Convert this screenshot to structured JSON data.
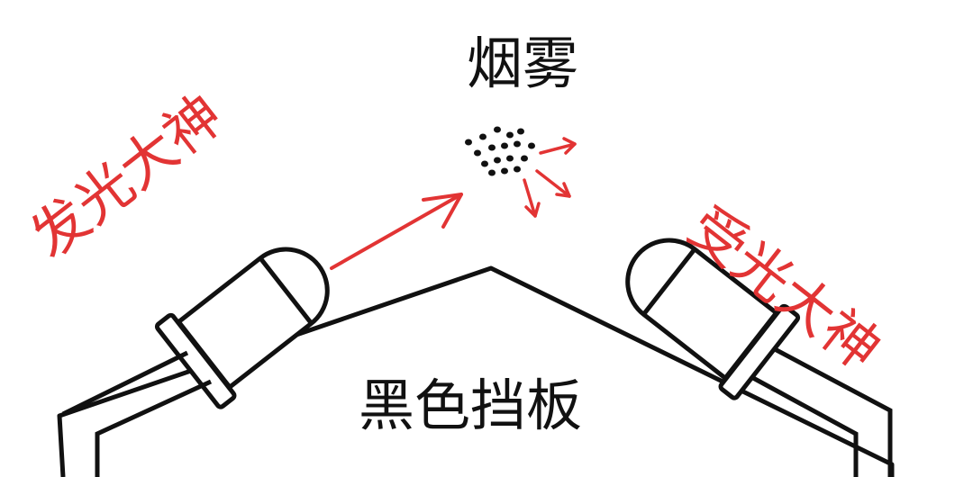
{
  "labels": {
    "smoke": "烟雾",
    "emitter": "发光大神",
    "receiver": "受光大神",
    "baffle": "黑色挡板"
  },
  "colors": {
    "ink": "#111111",
    "accent": "#e23434"
  },
  "icons": {
    "emitter": "led-emitter-icon",
    "receiver": "photodiode-receiver-icon",
    "smoke": "smoke-particles-icon"
  }
}
